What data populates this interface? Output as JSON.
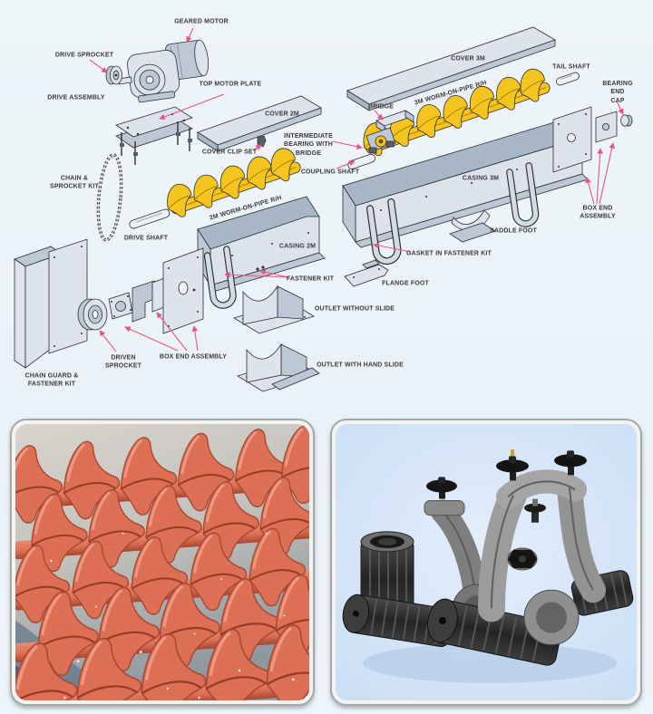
{
  "diagram": {
    "labels": {
      "geared_motor": "GEARED MOTOR",
      "drive_sprocket": "DRIVE SPROCKET",
      "drive_assembly": "DRIVE ASSEMBLY",
      "top_motor_plate": "TOP MOTOR PLATE",
      "cover_2m": "COVER 2M",
      "cover_clip_set": "COVER CLIP SET",
      "intermediate_bearing": "INTERMEDIATE\nBEARING WITH\nBRIDGE",
      "coupling_shaft": "COUPLING SHAFT",
      "bridge": "BRIDGE",
      "cover_3m": "COVER 3M",
      "tail_shaft": "TAIL SHAFT",
      "bearing_end_cap": "BEARING END\nCAP",
      "worm_3m": "3M WORM-ON-PIPE R/H",
      "worm_2m": "2M WORM-ON-PIPE R/H",
      "chain_sprocket_kit": "CHAIN &\nSPROCKET KIT",
      "drive_shaft": "DRIVE SHAFT",
      "casing_2m": "CASING 2M",
      "casing_3m": "CASING 3M",
      "fastener_kit": "FASTENER KIT",
      "gasket_in_fastener_kit": "GASKET IN FASTENER KIT",
      "saddle_foot": "SADDLE FOOT",
      "flange_foot": "FLANGE FOOT",
      "box_end_assembly_left": "BOX END ASSEMBLY",
      "box_end_assembly_right": "BOX END\nASSEMBLY",
      "driven_sprocket": "DRIVEN\nSPROCKET",
      "chain_guard": "CHAIN GUARD &\nFASTENER KIT",
      "outlet_without_slide": "OUTLET WITHOUT SLIDE",
      "outlet_with_hand_slide": "OUTLET WITH HAND SLIDE"
    }
  },
  "colors": {
    "background": "#ebf3f8",
    "label_text": "#3a3a3a",
    "arrow_pink": "#e8538a",
    "screw_yellow": "#f5c41f",
    "part_fill": "#dce3ec",
    "photo_border": "#a3a8ac",
    "auger_red": "#dd6f55",
    "photo_right_bg": "#cde2f6"
  }
}
